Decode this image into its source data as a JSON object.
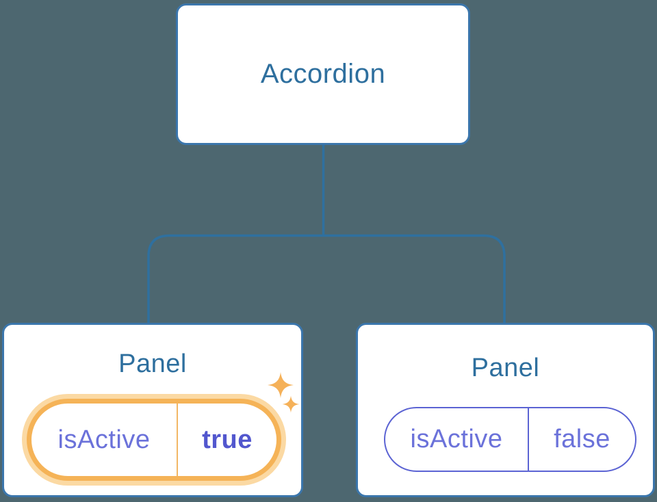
{
  "colors": {
    "canvas-bg": "#4d6770",
    "node-bg": "#ffffff",
    "node-border": "#3b76ac",
    "connector": "#2f709f",
    "title-text": "#2e6f9e",
    "state-text": "#6b72da",
    "state-value-active": "#5257ce",
    "pill-active-border": "#f5b357",
    "pill-active-glow": "#fbd9a3",
    "pill-active-divider": "#f2b765",
    "pill-inactive-border": "#5b63d3",
    "sparkle": "#f5b159"
  },
  "tree": {
    "root": {
      "label": "Accordion"
    },
    "children": [
      {
        "label": "Panel",
        "highlighted": true,
        "state": {
          "key": "isActive",
          "value": "true"
        }
      },
      {
        "label": "Panel",
        "highlighted": false,
        "state": {
          "key": "isActive",
          "value": "false"
        }
      }
    ]
  }
}
